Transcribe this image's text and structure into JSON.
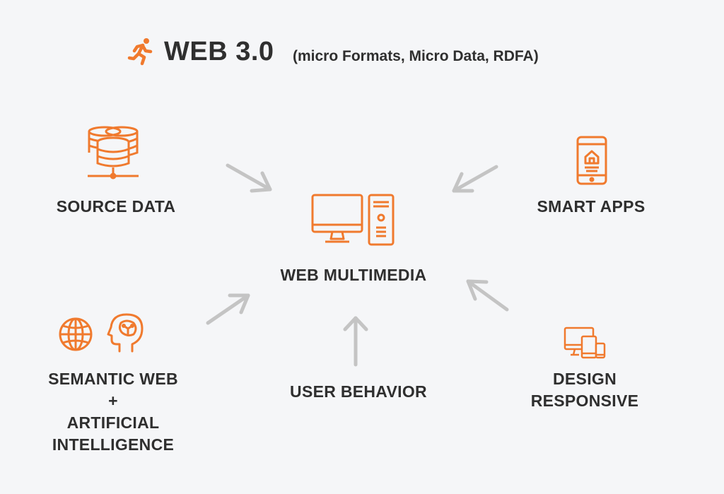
{
  "header": {
    "title": "WEB 3.0",
    "subtitle": "(micro Formats, Micro Data, RDFA)",
    "icon": "runner-icon"
  },
  "center": {
    "label": "WEB MULTIMEDIA",
    "icon": "desktop-computer-icon"
  },
  "nodes": {
    "source_data": {
      "label": "SOURCE DATA",
      "icon": "database-server-icon"
    },
    "smart_apps": {
      "label": "SMART APPS",
      "icon": "smartphone-home-icon"
    },
    "semantic_web": {
      "line1": "SEMANTIC WEB",
      "line2": "+",
      "line3": "ARTIFICIAL",
      "line4": "INTELLIGENCE",
      "icons": [
        "globe-icon",
        "head-brain-icon"
      ]
    },
    "user_behavior": {
      "label": "USER BEHAVIOR"
    },
    "design_responsive": {
      "line1": "DESIGN",
      "line2": "RESPONSIVE",
      "icon": "responsive-devices-icon"
    }
  },
  "colors": {
    "accent": "#f07a2e",
    "arrow": "#c4c4c4",
    "text": "#2f2f2f",
    "background": "#f5f6f8"
  }
}
